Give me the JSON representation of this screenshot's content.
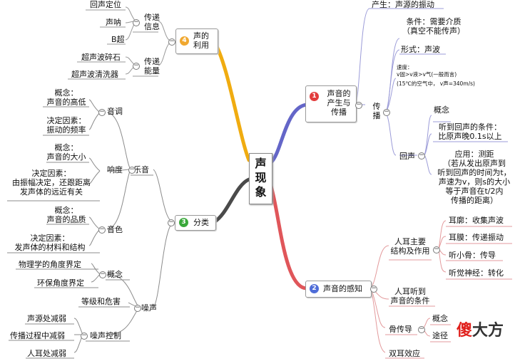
{
  "center": {
    "lines": [
      "声",
      "现",
      "象"
    ]
  },
  "colors": {
    "branch1": "#6466c8",
    "branch2": "#e0565a",
    "branch3": "#4a4a4a",
    "branch4": "#f0ac10",
    "num1": "#e23c3c",
    "num2": "#4f6dd8",
    "num3": "#39a83a",
    "num4": "#f0a830"
  },
  "branch1": {
    "num": "1",
    "title_lines": [
      "声音的",
      "产生与",
      "传播"
    ],
    "production": "产生：声源的振动",
    "propagation_label_lines": [
      "传",
      "播"
    ],
    "condition_lines": [
      "条件：需要介质",
      "（真空不能传声）"
    ],
    "form": "形式：声波",
    "speed_lines": [
      "速度：",
      "v固>v液>v气(一般而言)",
      "(15℃的空气中，  v声=340m/s)"
    ],
    "echo_label": "回声",
    "echo_concept": "概念",
    "echo_condition_lines": [
      "听到回声的条件：",
      "比原声晚0.1s以上"
    ],
    "echo_application_lines": [
      "应用：测距",
      "（若从发出原声到",
      "听到回声的时间为t，",
      "声速为v，则s的大小",
      "等于声音在t/2内",
      "传播的距离）"
    ]
  },
  "branch2": {
    "num": "2",
    "title": "声音的感知",
    "ear_label_lines": [
      "人耳主要",
      "结构及作用"
    ],
    "ear_items": [
      "耳廓：收集声波",
      "耳膜：传递振动",
      "听小骨：传导",
      "听觉神经：转化"
    ],
    "hearing_condition_lines": [
      "人耳听到",
      "声音的条件"
    ],
    "bone": "骨传导",
    "bone_items": [
      "概念",
      "途径"
    ],
    "binaural": "双耳效应"
  },
  "branch3": {
    "num": "3",
    "title": "分类",
    "music": "乐音",
    "tone": "音调",
    "tone_concept_lines": [
      "概念：",
      "声音的高低"
    ],
    "tone_factor_lines": [
      "决定因素：",
      "振动的频率"
    ],
    "loudness": "响度",
    "loud_concept_lines": [
      "概念：",
      "声音的大小"
    ],
    "loud_factor_lines": [
      "决定因素：",
      "由振幅决定，还跟距离",
      "发声体的远近有关"
    ],
    "timbre": "音色",
    "timbre_concept_lines": [
      "概念：",
      "声音的品质"
    ],
    "timbre_factor_lines": [
      "决定因素：",
      "发声体的材料和结构"
    ],
    "noise": "噪声",
    "noise_concept": "概念",
    "noise_concept_items": [
      "物理学的角度界定",
      "环保角度界定"
    ],
    "noise_level": "等级和危害",
    "noise_control": "噪声控制",
    "noise_control_items": [
      "声源处减弱",
      "传播过程中减弱",
      "人耳处减弱"
    ]
  },
  "branch4": {
    "num": "4",
    "title_lines": [
      "声的",
      "利用"
    ],
    "info_lines": [
      "传递",
      "信息"
    ],
    "info_items": [
      "回声定位",
      "声呐",
      "B超"
    ],
    "energy_lines": [
      "传递",
      "能量"
    ],
    "energy_items": [
      "超声波碎石",
      "超声波清洗器"
    ]
  },
  "logo": {
    "part1": "傻",
    "part2": "大方"
  }
}
